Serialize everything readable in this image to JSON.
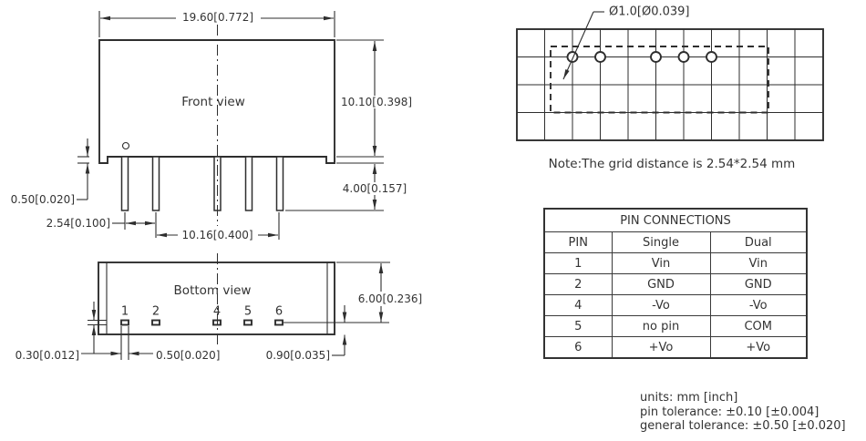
{
  "front_view": {
    "label": "Front view",
    "dims": {
      "width": "19.60[0.772]",
      "height": "10.10[0.398]",
      "pin_length": "4.00[0.157]",
      "standoff": "0.50[0.020]",
      "pin_pitch": "2.54[0.100]",
      "pin_span": "10.16[0.400]"
    }
  },
  "bottom_view": {
    "label": "Bottom view",
    "pin_numbers": [
      "1",
      "2",
      "4",
      "5",
      "6"
    ],
    "dims": {
      "depth": "6.00[0.236]",
      "pad_thickness": "0.30[0.012]",
      "pad_width": "0.50[0.020]",
      "pad_offset": "0.90[0.035]"
    }
  },
  "grid_view": {
    "hole_diameter": "Ø1.0[Ø0.039]",
    "note": "Note:The grid distance is 2.54*2.54 mm"
  },
  "pin_table": {
    "title": "PIN CONNECTIONS",
    "headers": [
      "PIN",
      "Single",
      "Dual"
    ],
    "rows": [
      {
        "pin": "1",
        "single": "Vin",
        "dual": "Vin"
      },
      {
        "pin": "2",
        "single": "GND",
        "dual": "GND"
      },
      {
        "pin": "4",
        "single": "-Vo",
        "dual": "-Vo"
      },
      {
        "pin": "5",
        "single": "no pin",
        "dual": "COM"
      },
      {
        "pin": "6",
        "single": "+Vo",
        "dual": "+Vo"
      }
    ]
  },
  "notes": {
    "units": "units: mm [inch]",
    "pin_tolerance": "pin tolerance: ±0.10 [±0.004]",
    "general_tolerance": "general tolerance: ±0.50 [±0.020]"
  },
  "colors": {
    "line": "#2e2e2e",
    "text": "#333333",
    "background": "#ffffff"
  }
}
